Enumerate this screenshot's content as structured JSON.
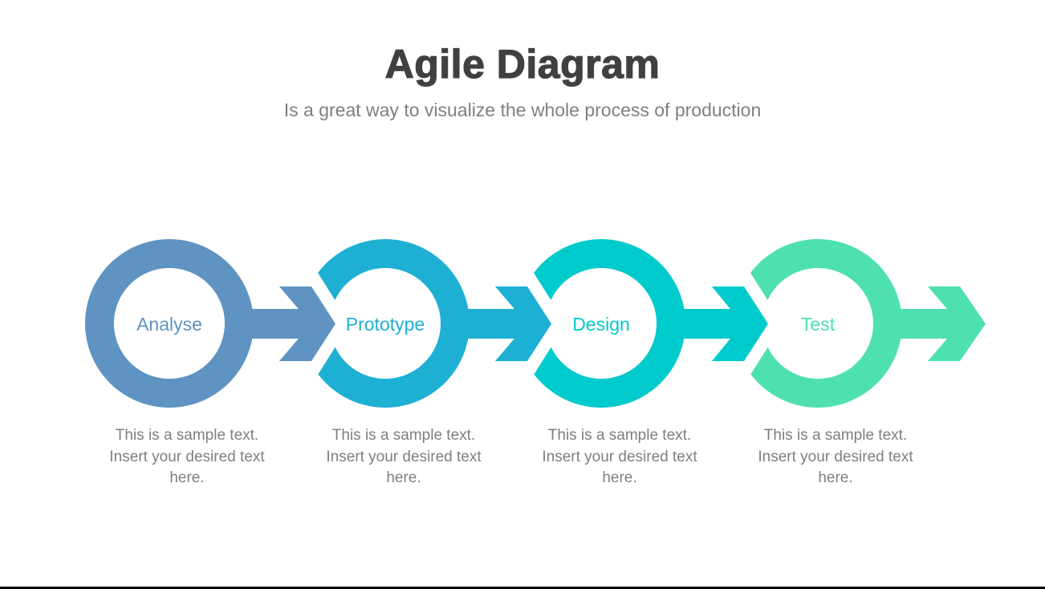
{
  "header": {
    "title": "Agile Diagram",
    "subtitle": "Is a great way to visualize the whole process of production"
  },
  "stages": [
    {
      "label": "Analyse",
      "color": "#5f93c1",
      "description_line1": "This is a sample text.",
      "description_line2": "Insert your desired text",
      "description_line3": "here."
    },
    {
      "label": "Prototype",
      "color": "#1eb0d3",
      "description_line1": "This is a sample text.",
      "description_line2": "Insert your desired text",
      "description_line3": "here."
    },
    {
      "label": "Design",
      "color": "#00cbcc",
      "description_line1": "This is a sample text.",
      "description_line2": "Insert your desired text",
      "description_line3": "here."
    },
    {
      "label": "Test",
      "color": "#4fe0b2",
      "description_line1": "This is a sample text.",
      "description_line2": "Insert your desired text",
      "description_line3": "here."
    }
  ]
}
